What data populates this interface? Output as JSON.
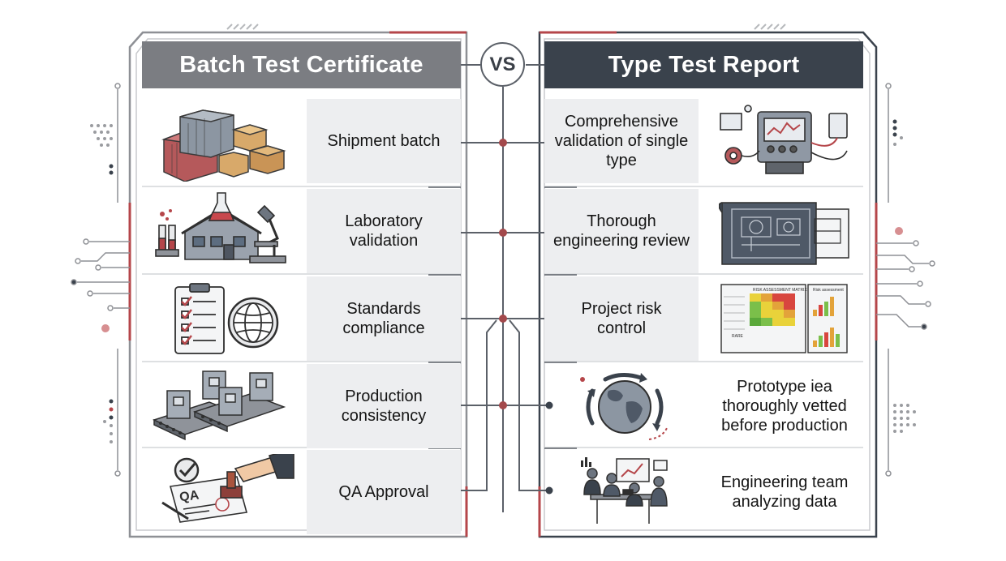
{
  "header": {
    "left_title": "Batch Test Certificate",
    "right_title": "Type Test Report",
    "vs": "VS"
  },
  "left_items": [
    {
      "label": "Shipment batch",
      "icon": "shipping-containers-boxes-icon"
    },
    {
      "label": "Laboratory validation",
      "icon": "laboratory-microscope-icon"
    },
    {
      "label": "Standards compliance",
      "icon": "checklist-globe-icon"
    },
    {
      "label": "Production consistency",
      "icon": "production-line-machines-icon"
    },
    {
      "label": "QA Approval",
      "icon": "qa-stamp-approval-icon"
    }
  ],
  "right_items": [
    {
      "label": "Comprehensive validation of single type",
      "icon": "test-equipment-icon"
    },
    {
      "label": "Thorough engineering review",
      "icon": "engineering-blueprint-icon"
    },
    {
      "label": "Project risk control",
      "icon": "risk-matrix-chart-icon"
    },
    {
      "label": "Prototype iea thoroughly vetted before production",
      "icon": "globe-cycle-arrows-icon"
    },
    {
      "label": "Engineering team analyzing data",
      "icon": "engineering-team-icon"
    }
  ],
  "risk_matrix_text": {
    "title": "RISK ASSESSMENT MATRIX",
    "side_title": "Risk assessment",
    "row_label": "RARE"
  },
  "colors": {
    "left_header": "#7b7d82",
    "right_header": "#3a424c",
    "accent_red": "#b5464a",
    "cell_bg": "#edeef0",
    "connector_dot": "#a3494c"
  }
}
